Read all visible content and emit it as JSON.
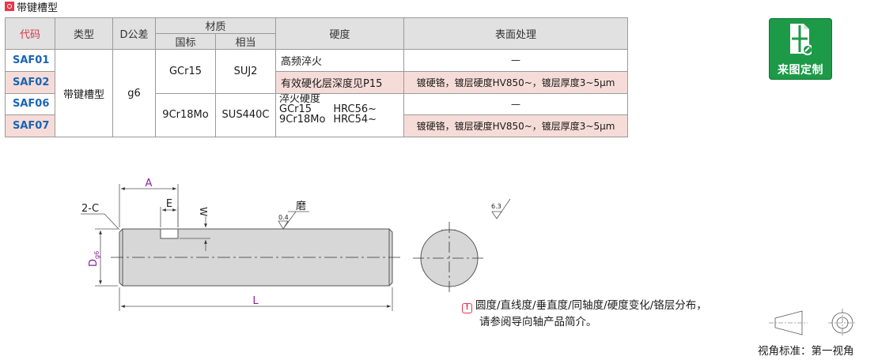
{
  "section": {
    "title": "带键槽型"
  },
  "table": {
    "headers": {
      "code": "代码",
      "type": "类型",
      "tolerance": "D公差",
      "material": "材质",
      "material_std": "国标",
      "material_eq": "相当",
      "hardness": "硬度",
      "surface": "表面处理"
    },
    "codes": [
      "SAF01",
      "SAF02",
      "SAF06",
      "SAF07"
    ],
    "type_value": "带键槽型",
    "tolerance_value": "g6",
    "material_rows": [
      {
        "std": "GCr15",
        "eq": "SUJ2"
      },
      {
        "std": "9Cr18Mo",
        "eq": "SUS440C"
      }
    ],
    "hardness_rows": [
      {
        "text": "高频淬火"
      },
      {
        "text": "有效硬化层深度见P15"
      },
      {
        "line1": "淬火硬度",
        "g1a": "GCr15",
        "g1b": "HRC56~",
        "g2a": "9Cr18Mo",
        "g2b": "HRC54~"
      }
    ],
    "surface_rows": [
      "—",
      "镀硬铬，镀层硬度HV850~，镀层厚度3~5μm",
      "—",
      "镀硬铬，镀层硬度HV850~，镀层厚度3~5μm"
    ]
  },
  "badge": {
    "label": "来图定制",
    "icon": "custom-drawing-icon",
    "color": "#1d9a47"
  },
  "drawing": {
    "labels": {
      "chamfer": "2-C",
      "A": "A",
      "E": "E",
      "W": "W",
      "grind": "磨",
      "roughness_fine": "0.4",
      "roughness_general": "6.3",
      "D": "D",
      "D_sub": "g6",
      "L": "L"
    }
  },
  "note": {
    "icon": "warning-icon",
    "line1": "圆度/直线度/垂直度/同轴度/硬度变化/铬层分布，",
    "line2": "请参阅导向轴产品简介。"
  },
  "view": {
    "label": "视角标准：第一视角"
  }
}
